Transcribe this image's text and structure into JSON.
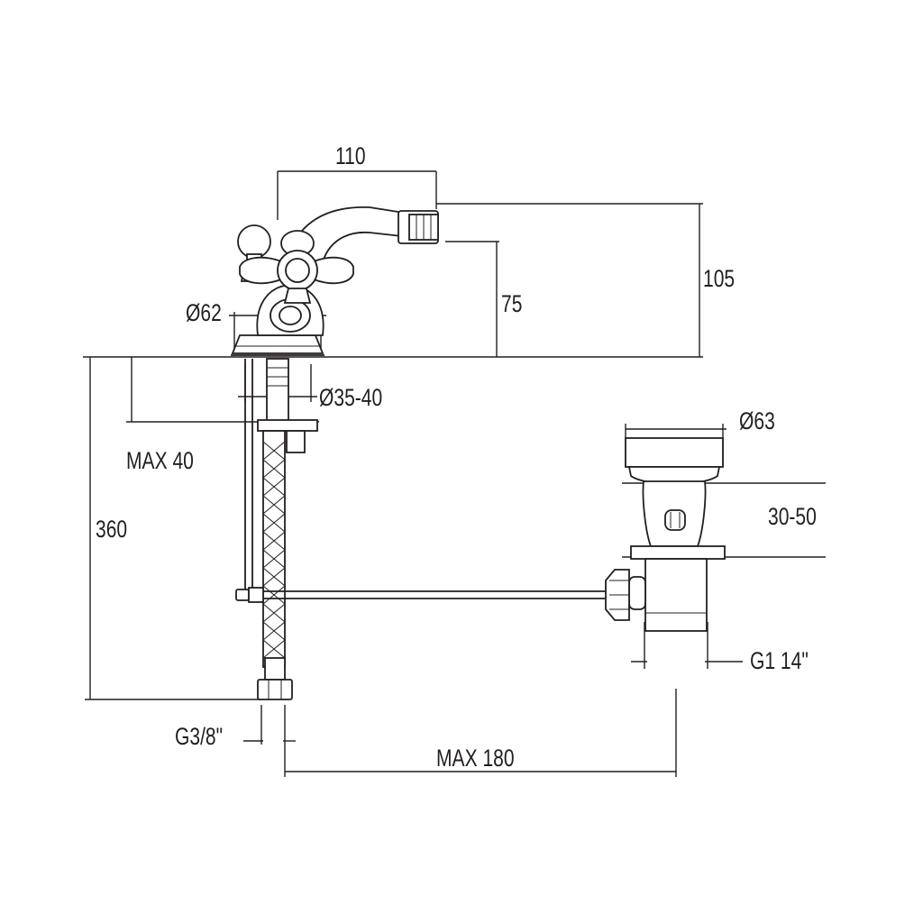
{
  "dimensions": {
    "spout_reach": "110",
    "total_height": "105",
    "spout_height": "75",
    "base_diameter": "Ø62",
    "hole_diameter": "Ø35-40",
    "max_deck_thickness": "MAX 40",
    "hose_length": "360",
    "waste_head_diameter": "Ø63",
    "waste_thickness_range": "30-50",
    "waste_thread": "G1 14\"",
    "inlet_thread": "G3/8\"",
    "max_rod_length": "MAX 180"
  }
}
